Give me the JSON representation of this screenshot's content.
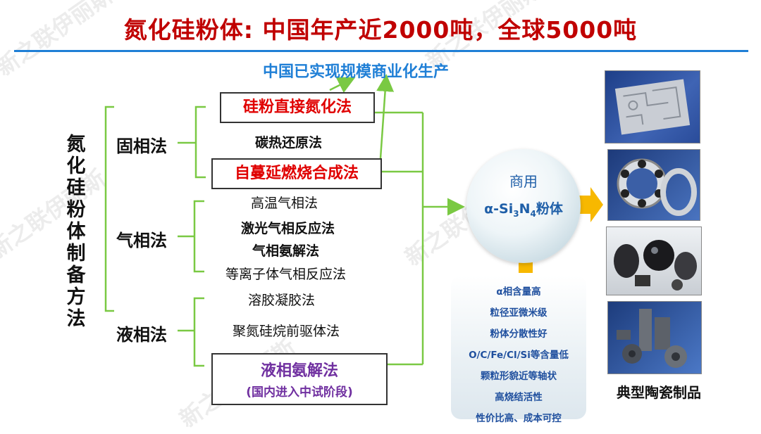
{
  "title": "氮化硅粉体: 中国年产近2000吨，全球5000吨",
  "china_note": "中国已实现规模商业化生产",
  "side_title": [
    "氮",
    "化",
    "硅",
    "粉",
    "体",
    "制",
    "备",
    "方",
    "法"
  ],
  "categories": {
    "solid": "固相法",
    "gas": "气相法",
    "liquid": "液相法"
  },
  "methods": {
    "direct_nitridation": "硅粉直接氮化法",
    "carbothermal": "碳热还原法",
    "shs": "自蔓延燃烧合成法",
    "high_temp_gas": "高温气相法",
    "laser_gas": "激光气相反应法",
    "gas_ammonolysis": "气相氨解法",
    "plasma_gas": "等离子体气相反应法",
    "sol_gel": "溶胶凝胶法",
    "polysilazane": "聚氮硅烷前驱体法",
    "liquid_ammonolysis": "液相氨解法",
    "liquid_ammonolysis_note": "(国内进入中试阶段)"
  },
  "product": {
    "line1": "商用",
    "prefix": "α-Si",
    "sub1": "3",
    "mid": "N",
    "sub2": "4",
    "suffix": "粉体"
  },
  "properties": [
    "α相含量高",
    "粒径亚微米级",
    "粉体分散性好",
    "O/C/Fe/Cl/Si等含量低",
    "颗粒形貌近等轴状",
    "高烧结活性",
    "性价比高、成本可控"
  ],
  "caption": "典型陶瓷制品",
  "watermark": "新之联伊丽斯",
  "colors": {
    "title": "#c00000",
    "accent_blue": "#1f7fd6",
    "bracket_green": "#7ac943",
    "arrow_orange": "#f7b800",
    "highlight_red": "#e00000",
    "highlight_purple": "#7030a0"
  },
  "icons": [
    "green-arrow",
    "orange-arrow",
    "bracket"
  ]
}
